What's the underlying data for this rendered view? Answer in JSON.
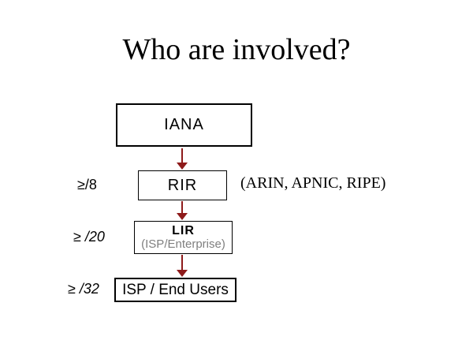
{
  "slide": {
    "title": "Who are involved?",
    "diagram": {
      "nodes": [
        {
          "id": "iana",
          "label": "IANA"
        },
        {
          "id": "rir",
          "label": "RIR",
          "annotation": "(ARIN, APNIC, RIPE)"
        },
        {
          "id": "lir",
          "label": "LIR",
          "sublabel": "(ISP/Enterprise)"
        },
        {
          "id": "isp",
          "label": "ISP / End Users"
        }
      ],
      "side_labels": [
        {
          "ge": "≥",
          "value": "/8"
        },
        {
          "ge": "≥ ",
          "value": "/20"
        },
        {
          "ge": "≥ ",
          "value": "/32"
        }
      ]
    },
    "colors": {
      "background": "#ffffff",
      "text": "#000000",
      "box_border": "#000000",
      "arrow": "#8e1b1b",
      "sublabel_gray": "#7f7f7f"
    }
  }
}
